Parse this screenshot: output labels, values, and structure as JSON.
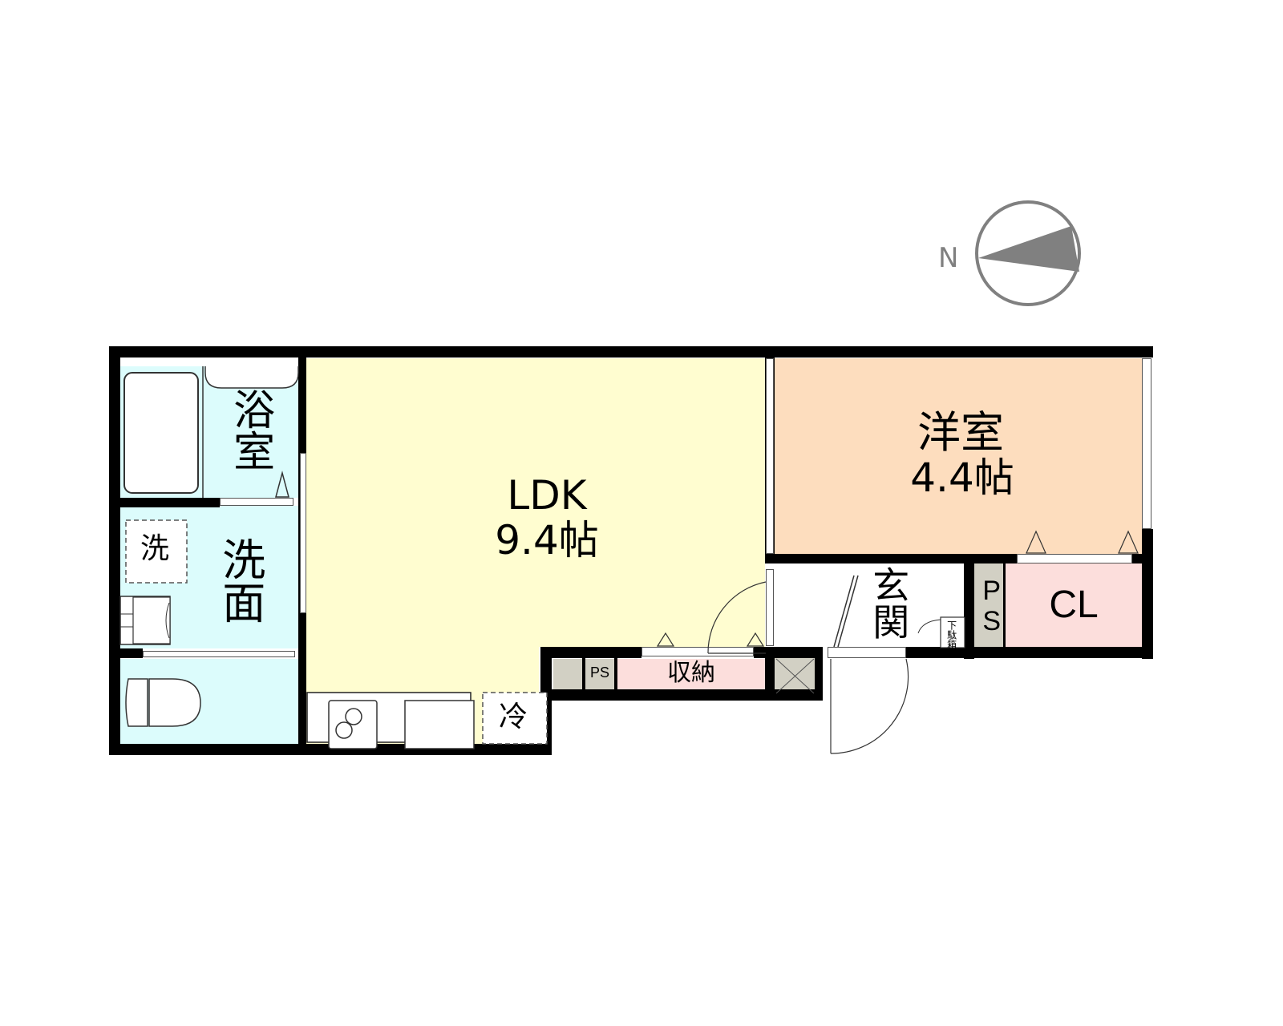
{
  "compass": {
    "label": "N",
    "color": "#808080"
  },
  "colors": {
    "wall": "#000000",
    "ldk": "#FFFDD0",
    "western_room": "#FDDDBE",
    "wet_area": "#DCFCFC",
    "storage": "#FCDEDC",
    "ps": "#D2D0C4",
    "entrance": "#FFFFFF"
  },
  "rooms": {
    "bathroom": {
      "label": "浴室"
    },
    "washroom": {
      "label": "洗面",
      "washer_label": "洗"
    },
    "ldk": {
      "name": "LDK",
      "size": "9.4帖",
      "fridge_label": "冷"
    },
    "western_room": {
      "name": "洋室",
      "size": "4.4帖"
    },
    "entrance": {
      "label": "玄関",
      "shoe_box_label": "下駄箱"
    },
    "closet": {
      "label": "CL"
    },
    "ps_right": {
      "label": "PS"
    },
    "ps_hall": {
      "label": "PS"
    },
    "storage": {
      "label": "収納"
    }
  }
}
